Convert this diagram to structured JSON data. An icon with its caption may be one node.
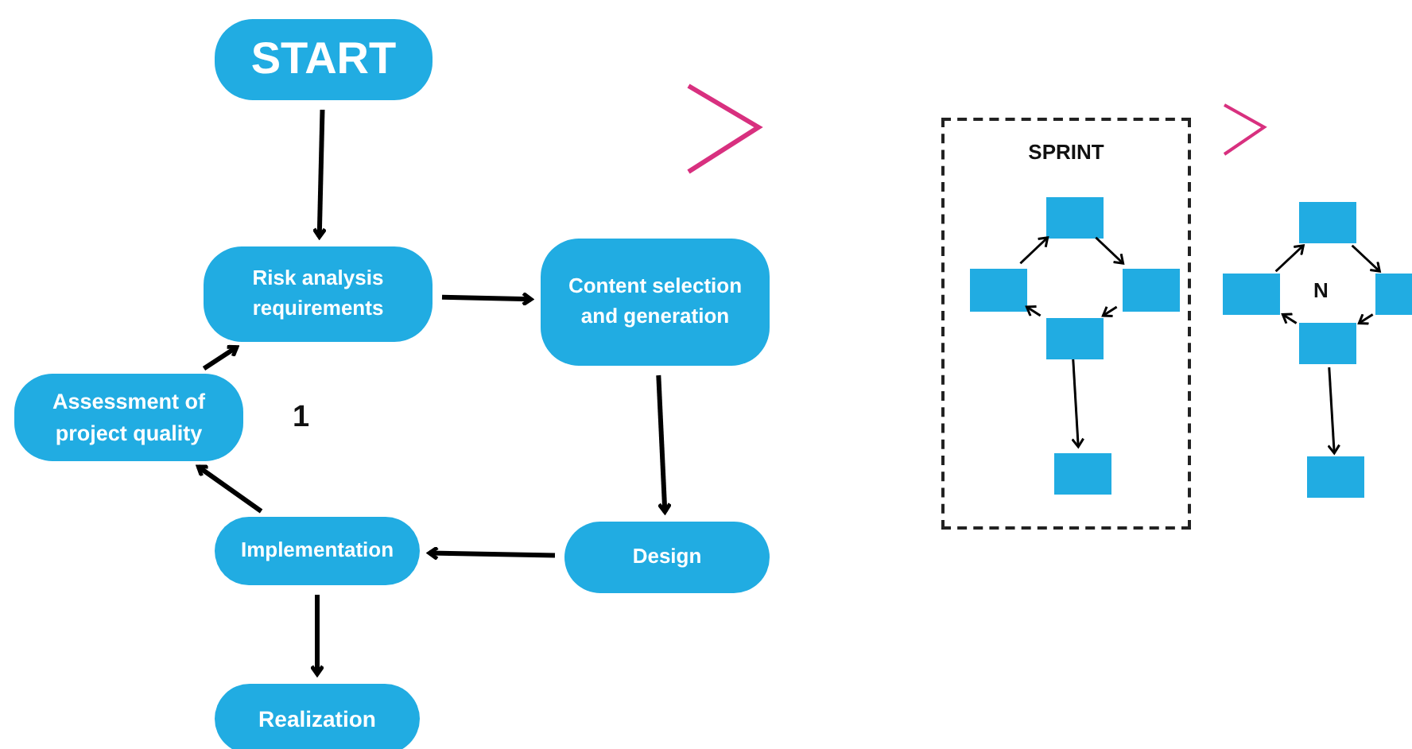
{
  "diagram": {
    "nodes": [
      {
        "text": [
          "START"
        ]
      },
      {
        "text": [
          "Risk analysis requirements"
        ]
      },
      {
        "text": [
          "Content selection and generation"
        ]
      },
      {
        "text": [
          "Design"
        ]
      },
      {
        "text": [
          "Implementation"
        ]
      },
      {
        "text": [
          "Realization"
        ]
      },
      {
        "text": [
          "Assessment of project quality"
        ]
      },
      {
        "text": [
          "SPRINT"
        ]
      },
      {
        "text": [],
        "shape": "box",
        "in": 7
      },
      {
        "text": [],
        "shape": "box",
        "in": 7
      },
      {
        "text": [],
        "shape": "box",
        "in": 7
      },
      {
        "text": [],
        "shape": "box",
        "in": 7
      },
      {
        "text": [],
        "shape": "box",
        "in": 7
      },
      {
        "text": [],
        "shape": "box"
      },
      {
        "text": [],
        "shape": "box"
      },
      {
        "text": [],
        "shape": "box"
      },
      {
        "text": [],
        "shape": "box"
      },
      {
        "text": [],
        "shape": "box"
      }
    ],
    "edges": [
      {
        "from": 0,
        "to": 1,
        "arrow": "to",
        "style": "thick"
      },
      {
        "from": 1,
        "to": 2,
        "arrow": "to",
        "style": "thick"
      },
      {
        "from": 2,
        "to": 3,
        "arrow": "to",
        "style": "thick"
      },
      {
        "from": 3,
        "to": 4,
        "arrow": "to",
        "style": "thick"
      },
      {
        "from": 4,
        "to": 5,
        "arrow": "to",
        "style": "thick"
      },
      {
        "from": 4,
        "to": 6,
        "arrow": "to",
        "style": "thick"
      },
      {
        "from": 6,
        "to": 1,
        "arrow": "to",
        "style": "thick"
      },
      {
        "from": 9,
        "to": 8,
        "arrow": "to"
      },
      {
        "from": 8,
        "to": 10,
        "arrow": "to"
      },
      {
        "from": 10,
        "to": 11,
        "arrow": "to"
      },
      {
        "from": 11,
        "to": 9,
        "arrow": "to"
      },
      {
        "from": 11,
        "to": 12,
        "arrow": "to"
      },
      {
        "from": 14,
        "to": 13,
        "arrow": "to"
      },
      {
        "from": 13,
        "to": 15,
        "arrow": "to"
      },
      {
        "from": 15,
        "to": 16,
        "arrow": "to"
      },
      {
        "from": 16,
        "to": 14,
        "arrow": "to"
      },
      {
        "from": 16,
        "to": 17,
        "arrow": "to"
      }
    ],
    "labels": [
      "1",
      "N"
    ]
  }
}
